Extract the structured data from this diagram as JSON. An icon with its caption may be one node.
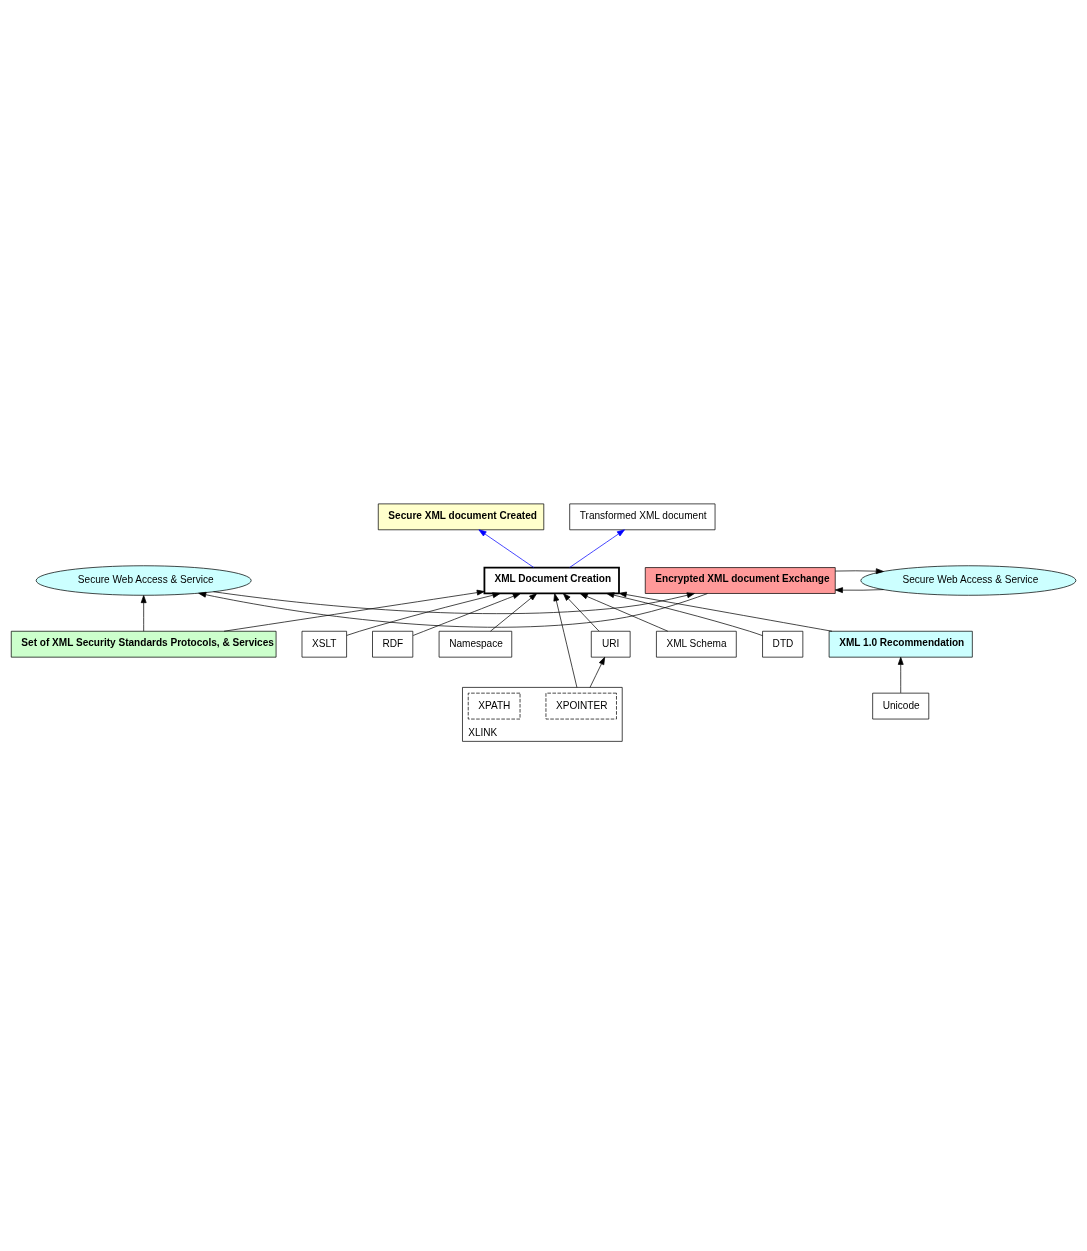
{
  "diagram": {
    "nodes": [
      {
        "text": [
          "Secure Web Access & Service"
        ]
      },
      {
        "text": [
          "Encrypted XML document Exchange"
        ]
      },
      {
        "text": [
          "Secure Web Access & Service"
        ]
      },
      {
        "text": [
          "Secure XML document Created"
        ]
      },
      {
        "text": [
          "Transformed XML document"
        ]
      },
      {
        "text": [
          "Set of XML Security Standards Protocols, & Services"
        ]
      },
      {
        "text": [
          "XSLT"
        ]
      },
      {
        "text": [
          "RDF"
        ]
      },
      {
        "text": [
          "Namespace"
        ]
      },
      {
        "text": [
          "XML Document Creation"
        ]
      },
      {
        "text": [
          "URI"
        ]
      },
      {
        "text": [
          "XML Schema"
        ]
      },
      {
        "text": [
          "XLINK"
        ]
      },
      {
        "text": [
          "XPOINTER"
        ],
        "in": 12
      },
      {
        "text": [
          "XPATH"
        ],
        "in": 12
      },
      {
        "text": [
          "DTD"
        ]
      },
      {
        "text": [
          "XML 1.0 Recommendation"
        ]
      },
      {
        "text": [
          "Unicode"
        ]
      }
    ],
    "edges": [
      {
        "from": 0,
        "to": 1,
        "arrow": "to"
      },
      {
        "from": 1,
        "to": 0,
        "arrow": "to"
      },
      {
        "from": 1,
        "to": 2,
        "arrow": "to"
      },
      {
        "from": 2,
        "to": 1,
        "arrow": "to"
      },
      {
        "from": 5,
        "to": 0,
        "arrow": "to"
      },
      {
        "from": 9,
        "to": 3,
        "arrow": "to",
        "color": "#0000ff"
      },
      {
        "from": 9,
        "to": 4,
        "arrow": "to",
        "color": "#0000ff"
      },
      {
        "from": 5,
        "to": 9,
        "arrow": "to"
      },
      {
        "from": 6,
        "to": 9,
        "arrow": "to"
      },
      {
        "from": 7,
        "to": 9,
        "arrow": "to"
      },
      {
        "from": 8,
        "to": 9,
        "arrow": "to"
      },
      {
        "from": 10,
        "to": 9,
        "arrow": "to"
      },
      {
        "from": 12,
        "to": 9,
        "arrow": "to"
      },
      {
        "from": 16,
        "to": 9,
        "arrow": "to"
      },
      {
        "from": 15,
        "to": 9,
        "arrow": "to"
      },
      {
        "from": 11,
        "to": 9,
        "arrow": "to"
      },
      {
        "from": 12,
        "to": 10,
        "arrow": "to"
      },
      {
        "from": 17,
        "to": 16,
        "arrow": "to"
      }
    ]
  }
}
